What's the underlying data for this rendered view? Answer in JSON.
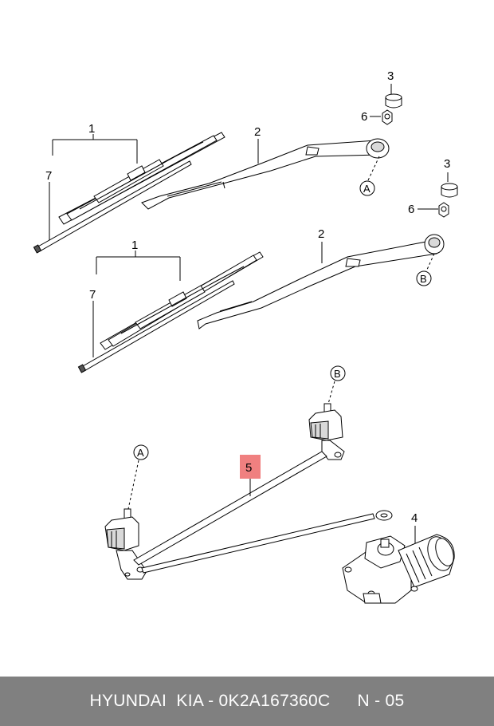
{
  "callouts": {
    "blade_1_top": "1",
    "refill_7_top": "7",
    "arm_2_top": "2",
    "cap_3_top": "3",
    "nut_6_top": "6",
    "ref_a_top": "A",
    "blade_1_bottom": "1",
    "refill_7_bottom": "7",
    "arm_2_bottom": "2",
    "cap_3_bottom": "3",
    "nut_6_bottom": "6",
    "ref_b_bottom": "B",
    "ref_b_linkage": "B",
    "ref_a_linkage": "A",
    "linkage_5": "5",
    "motor_4": "4"
  },
  "highlight_color": "#f08080",
  "footer": {
    "brand": "HYUNDAI  KIA - 0K2A167360C",
    "code": "N - 05",
    "background": "#808080"
  }
}
